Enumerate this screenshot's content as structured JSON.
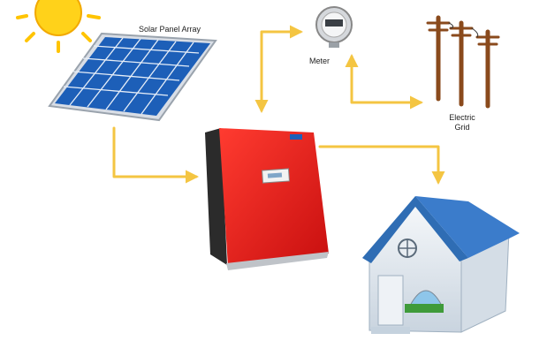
{
  "labels": {
    "solar_panel_array": "Solar Panel Array",
    "meter": "Meter",
    "electric_grid_line1": "Electric",
    "electric_grid_line2": "Grid"
  },
  "colors": {
    "arrow": "#f4c542",
    "inverter": "#e51a1a",
    "panel_cell": "#1d5fb8",
    "roof": "#2f6db4",
    "sun": "#ffd21a",
    "pole": "#8a4a1c"
  },
  "icons": [
    "sun-icon",
    "solar-panel-icon",
    "meter-icon",
    "utility-pole-icon",
    "inverter-icon",
    "house-icon"
  ]
}
